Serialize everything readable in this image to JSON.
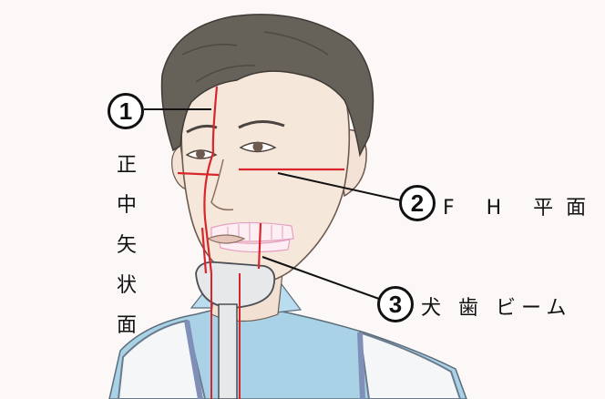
{
  "callouts": {
    "one": "1",
    "two": "2",
    "three": "3"
  },
  "labels": {
    "midsagittal_chars": [
      "正",
      "中",
      "矢",
      "状",
      "面"
    ],
    "fh_plane": "F H 平面",
    "canine_beam": "犬 歯 ビーム"
  },
  "colors": {
    "guide_line": "#d9262c",
    "leader_line": "#111111",
    "hair": "#66625a",
    "skin": "#f6e7db",
    "shirt": "#a9d2e6",
    "vest": "#f4f6f8"
  }
}
